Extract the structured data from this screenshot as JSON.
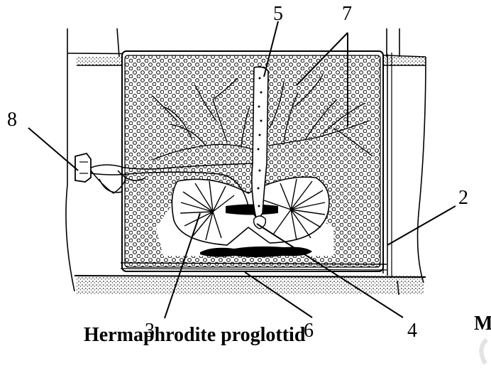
{
  "figure": {
    "caption": "Hermaphrodite proglottid",
    "cut_text": "M"
  },
  "labels": {
    "l1": "8",
    "l2": "5",
    "l3": "7",
    "l4": "2",
    "l5": "3",
    "l6": "6",
    "l7": "4"
  }
}
